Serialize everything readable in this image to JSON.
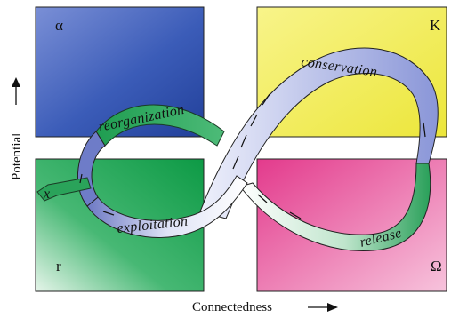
{
  "quadrants": {
    "alpha": {
      "symbol": "α",
      "color": "#2e4fa3"
    },
    "K": {
      "symbol": "K",
      "color": "#f2ee4e"
    },
    "r": {
      "symbol": "r",
      "color": "#14a04a"
    },
    "omega": {
      "symbol": "Ω",
      "color": "#e3378a"
    }
  },
  "axes": {
    "y_label": "Potential",
    "x_label": "Connectedness"
  },
  "phases": {
    "reorganization": "reorganization",
    "conservation": "conservation",
    "exploitation": "exploitation",
    "release": "release",
    "exit": "x"
  }
}
